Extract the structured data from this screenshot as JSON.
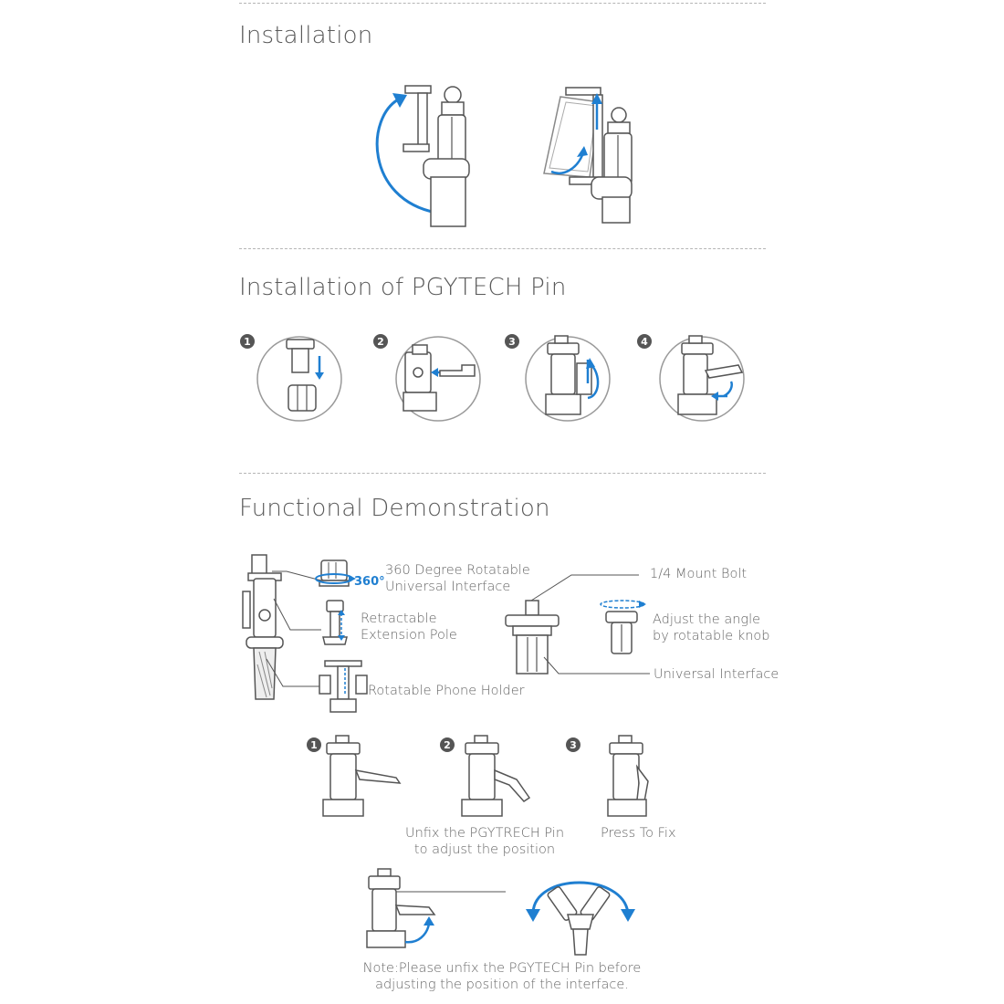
{
  "sections": {
    "installation": {
      "title": "Installation"
    },
    "pin": {
      "title": "Installation of PGYTECH Pin",
      "steps": [
        "1",
        "2",
        "3",
        "4"
      ]
    },
    "demo": {
      "title": "Functional Demonstration",
      "left_labels": {
        "rotatable": "360 Degree Rotatable\nUniversal Interface",
        "degree": "360°",
        "extension": "Retractable\nExtension Pole",
        "phone_holder": "Rotatable Phone Holder"
      },
      "right_labels": {
        "mount_bolt": "1/4 Mount Bolt",
        "adjust": "Adjust the angle\nby rotatable knob",
        "interface": "Universal Interface"
      },
      "steps": [
        "1",
        "2",
        "3"
      ],
      "step_captions": {
        "unfix": "Unfix the PGYTRECH Pin\nto adjust the position",
        "press": "Press To Fix"
      },
      "note": "Note:Please unfix the PGYTECH Pin before\nadjusting the position of the interface."
    }
  },
  "colors": {
    "accent": "#1f7fd1",
    "line": "#555555",
    "badge": "#555555"
  }
}
